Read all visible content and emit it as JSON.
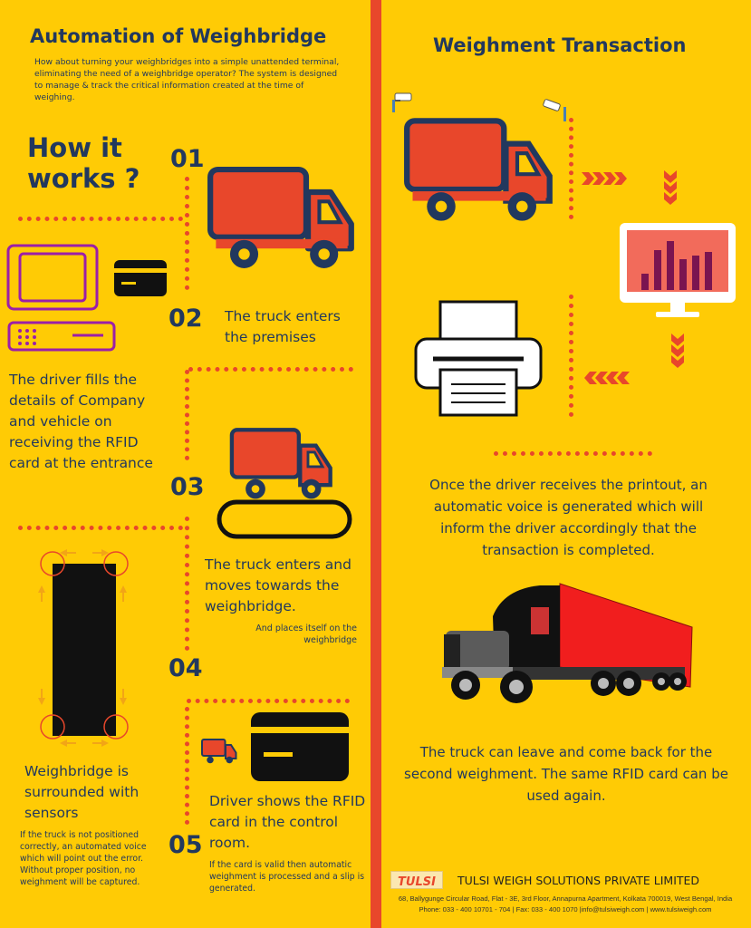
{
  "left": {
    "title": "Automation of Weighbridge",
    "intro": "How about turning your weighbridges into a simple unattended terminal, eliminating the need of a weighbridge operator? The system is designed to manage & track the critical information created at the time of weighing.",
    "how_line1": "How it",
    "how_line2": "works ?",
    "steps": [
      {
        "num": "01"
      },
      {
        "num": "02",
        "text": "The truck enters the premises",
        "side_text": "The driver fills the details of Company and vehicle on receiving the RFID card at the entrance"
      },
      {
        "num": "03",
        "text": "The truck enters and moves towards the weighbridge.",
        "note": "And places itself on the weighbridge"
      },
      {
        "num": "04",
        "side_text": "Weighbridge is surrounded with sensors",
        "note": "If the truck is not positioned correctly, an automated  voice which will point out the error. Without proper position, no weighment will be captured."
      },
      {
        "num": "05",
        "text": "Driver shows the RFID card in the control room.",
        "note": "If the card is valid then automatic weighment is processed and a slip is generated."
      }
    ]
  },
  "right": {
    "title": "Weighment Transaction",
    "printout_text": "Once the driver receives the printout, an automatic voice is generated which will inform the driver accordingly that the transaction is completed.",
    "leave_text": "The truck can leave and come back for the second weighment. The same RFID card can be used again."
  },
  "footer": {
    "logo_text": "TULSI",
    "company": "TULSI WEIGH SOLUTIONS PRIVATE LIMITED",
    "address": "68, Ballygunge Circular Road, Flat - 3E, 3rd Floor, Annapurna Apartment, Kolkata 700019, West Bengal, India",
    "contact": "Phone: 033 - 400 10701 - 704 | Fax: 033 - 400 1070 |info@tulsiweigh.com | www.tulsiweigh.com"
  },
  "colors": {
    "background": "#FFCB05",
    "navy": "#22385e",
    "red": "#E8472B"
  }
}
